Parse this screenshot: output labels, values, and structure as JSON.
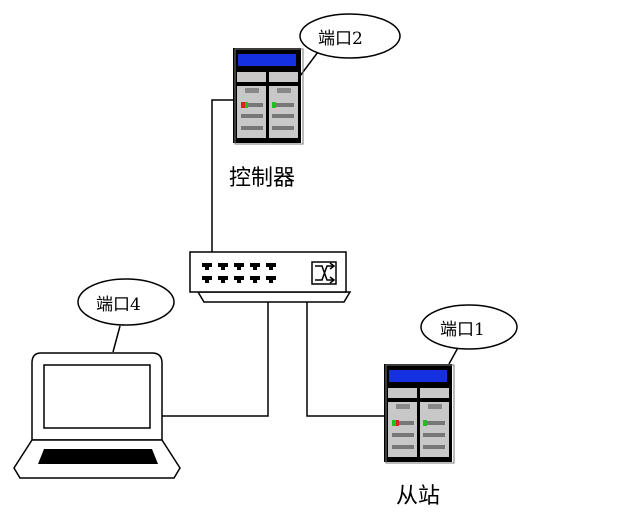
{
  "labels": {
    "controller": "控制器",
    "slave": "从站",
    "port1": "端口1",
    "port2": "端口2",
    "port4": "端口4"
  },
  "colors": {
    "line": "#000000",
    "server_screen": "#1530e0",
    "server_body": "#000000",
    "server_panel": "#c8c8c8",
    "led_red": "#e02020",
    "led_green": "#20c020"
  }
}
